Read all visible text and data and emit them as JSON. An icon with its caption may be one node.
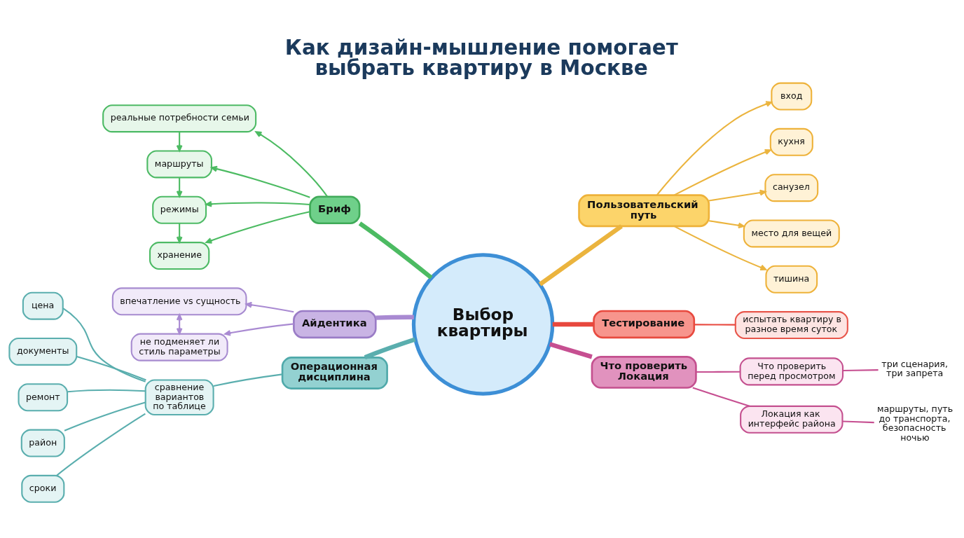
{
  "diagram": {
    "title": "Как дизайн-мышление помогает выбрать квартиру в Москве",
    "nodes": [
      {
        "text": [
          "Выбор квартиры"
        ]
      },
      {
        "text": [
          "Бриф"
        ]
      },
      {
        "text": [
          "реальные потребности семьи"
        ]
      },
      {
        "text": [
          "маршруты"
        ]
      },
      {
        "text": [
          "режимы"
        ]
      },
      {
        "text": [
          "хранение"
        ]
      },
      {
        "text": [
          "Пользовательский путь"
        ]
      },
      {
        "text": [
          "вход"
        ]
      },
      {
        "text": [
          "кухня"
        ]
      },
      {
        "text": [
          "санузел"
        ]
      },
      {
        "text": [
          "место для вещей"
        ]
      },
      {
        "text": [
          "тишина"
        ]
      },
      {
        "text": [
          "Айдентика"
        ]
      },
      {
        "text": [
          "впечатление vs сущность"
        ]
      },
      {
        "text": [
          "не подменяет ли стиль параметры"
        ]
      },
      {
        "text": [
          "Тестирование"
        ]
      },
      {
        "text": [
          "испытать квартиру в разное время суток"
        ]
      },
      {
        "text": [
          "Операционная дисциплина"
        ]
      },
      {
        "text": [
          "сравнение вариантов по таблице"
        ]
      },
      {
        "text": [
          "цена"
        ]
      },
      {
        "text": [
          "документы"
        ]
      },
      {
        "text": [
          "ремонт"
        ]
      },
      {
        "text": [
          "район"
        ]
      },
      {
        "text": [
          "сроки"
        ]
      },
      {
        "text": [
          "Что проверить Локация"
        ]
      },
      {
        "text": [
          "Что проверить перед просмотром"
        ]
      },
      {
        "text": [
          "три сценария, три запрета"
        ]
      },
      {
        "text": [
          "Локация как интерфейс района"
        ]
      },
      {
        "text": [
          "маршруты, путь до транспорта, безопасность ночью"
        ]
      }
    ],
    "edges": [
      {
        "from": 0,
        "to": 1,
        "arrow": "none",
        "style": "thick",
        "color": "#4cbb62"
      },
      {
        "from": 0,
        "to": 6,
        "arrow": "none",
        "style": "thick",
        "color": "#ebb43e"
      },
      {
        "from": 0,
        "to": 12,
        "arrow": "none",
        "style": "thick",
        "color": "#a98ad2"
      },
      {
        "from": 0,
        "to": 15,
        "arrow": "none",
        "style": "thick",
        "color": "#e8483e"
      },
      {
        "from": 0,
        "to": 17,
        "arrow": "none",
        "style": "thick",
        "color": "#5aaeae"
      },
      {
        "from": 0,
        "to": 24,
        "arrow": "none",
        "style": "thick",
        "color": "#c64f91"
      },
      {
        "from": 1,
        "to": 2,
        "arrow": "to",
        "color": "#4cbb62"
      },
      {
        "from": 1,
        "to": 3,
        "arrow": "to",
        "color": "#4cbb62"
      },
      {
        "from": 1,
        "to": 4,
        "arrow": "to",
        "color": "#4cbb62"
      },
      {
        "from": 1,
        "to": 5,
        "arrow": "to",
        "color": "#4cbb62"
      },
      {
        "from": 2,
        "to": 3,
        "arrow": "to",
        "color": "#4cbb62"
      },
      {
        "from": 3,
        "to": 4,
        "arrow": "to",
        "color": "#4cbb62"
      },
      {
        "from": 4,
        "to": 5,
        "arrow": "to",
        "color": "#4cbb62"
      },
      {
        "from": 6,
        "to": 7,
        "arrow": "to",
        "color": "#ebb43e"
      },
      {
        "from": 6,
        "to": 8,
        "arrow": "to",
        "color": "#ebb43e"
      },
      {
        "from": 6,
        "to": 9,
        "arrow": "to",
        "color": "#ebb43e"
      },
      {
        "from": 6,
        "to": 10,
        "arrow": "to",
        "color": "#ebb43e"
      },
      {
        "from": 6,
        "to": 11,
        "arrow": "to",
        "color": "#ebb43e"
      },
      {
        "from": 12,
        "to": 13,
        "arrow": "to",
        "color": "#a98ad2"
      },
      {
        "from": 12,
        "to": 14,
        "arrow": "to",
        "color": "#a98ad2"
      },
      {
        "from": 13,
        "to": 14,
        "arrow": "both",
        "color": "#a98ad2"
      },
      {
        "from": 15,
        "to": 16,
        "arrow": "none",
        "color": "#e8483e"
      },
      {
        "from": 17,
        "to": 18,
        "arrow": "none",
        "color": "#5aaeae"
      },
      {
        "from": 18,
        "to": 19,
        "arrow": "none",
        "color": "#5aaeae"
      },
      {
        "from": 18,
        "to": 20,
        "arrow": "none",
        "color": "#5aaeae"
      },
      {
        "from": 18,
        "to": 21,
        "arrow": "none",
        "color": "#5aaeae"
      },
      {
        "from": 18,
        "to": 22,
        "arrow": "none",
        "color": "#5aaeae"
      },
      {
        "from": 18,
        "to": 23,
        "arrow": "none",
        "color": "#5aaeae"
      },
      {
        "from": 24,
        "to": 25,
        "arrow": "none",
        "color": "#c64f91"
      },
      {
        "from": 24,
        "to": 27,
        "arrow": "none",
        "color": "#c64f91"
      },
      {
        "from": 25,
        "to": 26,
        "arrow": "none",
        "color": "#c64f91"
      },
      {
        "from": 27,
        "to": 28,
        "arrow": "none",
        "color": "#c64f91"
      }
    ]
  }
}
